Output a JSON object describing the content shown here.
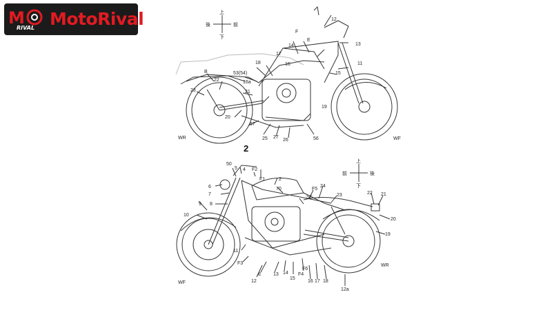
{
  "logo": {
    "brand": "MotoRival",
    "tagline": "RIVAL"
  },
  "figure_top": {
    "figure_number": "2",
    "labels": [
      "12",
      "13",
      "14",
      "E",
      "F",
      "11",
      "15",
      "16",
      "17",
      "18",
      "19",
      "53(54)",
      "16a",
      "B",
      "22",
      "23",
      "21",
      "20",
      "25",
      "27",
      "26",
      "57",
      "56",
      "WR",
      "WF"
    ],
    "compass": {
      "up": "上",
      "down": "下",
      "left": "後",
      "right": "前"
    }
  },
  "figure_bottom": {
    "labels": [
      "50",
      "5",
      "4",
      "F2",
      "F1",
      "6",
      "7",
      "8",
      "9",
      "10",
      "2",
      "70",
      "F5",
      "24",
      "SF",
      "23",
      "22",
      "21",
      "20",
      "19",
      "11",
      "F3",
      "12",
      "E",
      "13",
      "14",
      "15",
      "F4",
      "F6",
      "16",
      "17",
      "18",
      "12a",
      "WF",
      "WR"
    ],
    "compass": {
      "up": "上",
      "down": "下",
      "left": "前",
      "right": "後"
    }
  },
  "colors": {
    "logo_bg": "#1b1b1b",
    "brand_red": "#e11b22",
    "line": "#333333"
  }
}
